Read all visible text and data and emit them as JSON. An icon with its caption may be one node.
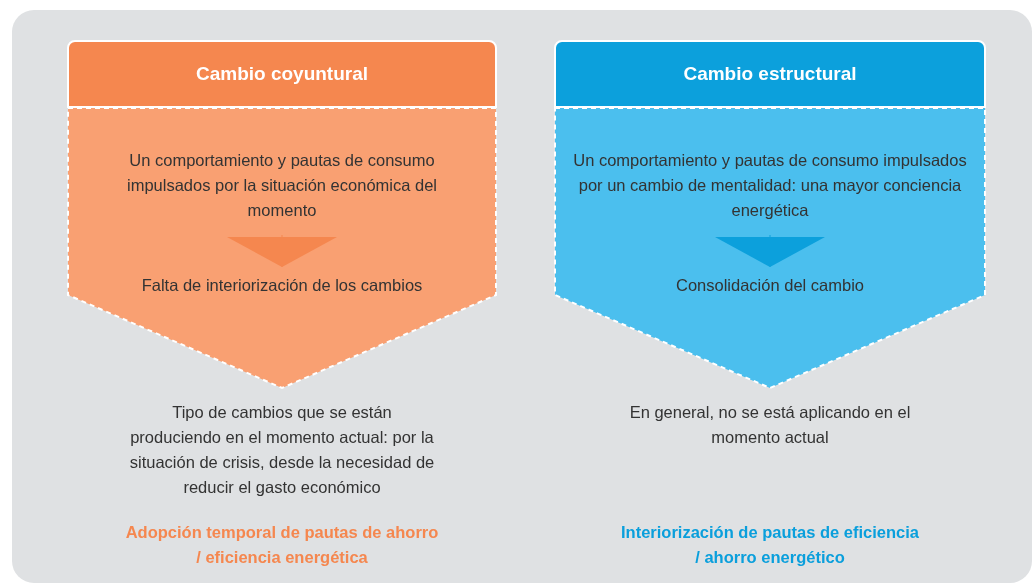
{
  "diagram": {
    "nodes": [
      {
        "text": [
          "Cambio coyuntural"
        ]
      },
      {
        "text": [],
        "shape": "chevron"
      },
      {
        "text": [
          "Un comportamiento y pautas de consumo impulsados por la situación económica del momento"
        ],
        "in": 1
      },
      {
        "text": [
          "Falta de interiorización de los cambios"
        ],
        "in": 1
      },
      {
        "text": [
          "Cambio estructural"
        ]
      },
      {
        "text": [],
        "shape": "chevron"
      },
      {
        "text": [
          "Un comportamiento y pautas de consumo impulsados por un cambio de mentalidad: una mayor conciencia energética"
        ],
        "in": 5
      },
      {
        "text": [
          "Consolidación del cambio"
        ],
        "in": 5
      }
    ],
    "edges": [
      {
        "from": 2,
        "to": 3,
        "arrow": "to",
        "color": "#f5874f"
      },
      {
        "from": 6,
        "to": 7,
        "arrow": "to",
        "color": "#0ca0dc"
      }
    ],
    "labels": [
      "Tipo de cambios que se están produciendo en el momento actual: por la situación de crisis, desde la necesidad de reducir el gasto económico",
      "Adopción temporal de pautas de ahorro / eficiencia energética",
      "En general, no se está aplicando en el momento actual",
      "Interiorización de pautas de eficiencia / ahorro energético"
    ]
  }
}
